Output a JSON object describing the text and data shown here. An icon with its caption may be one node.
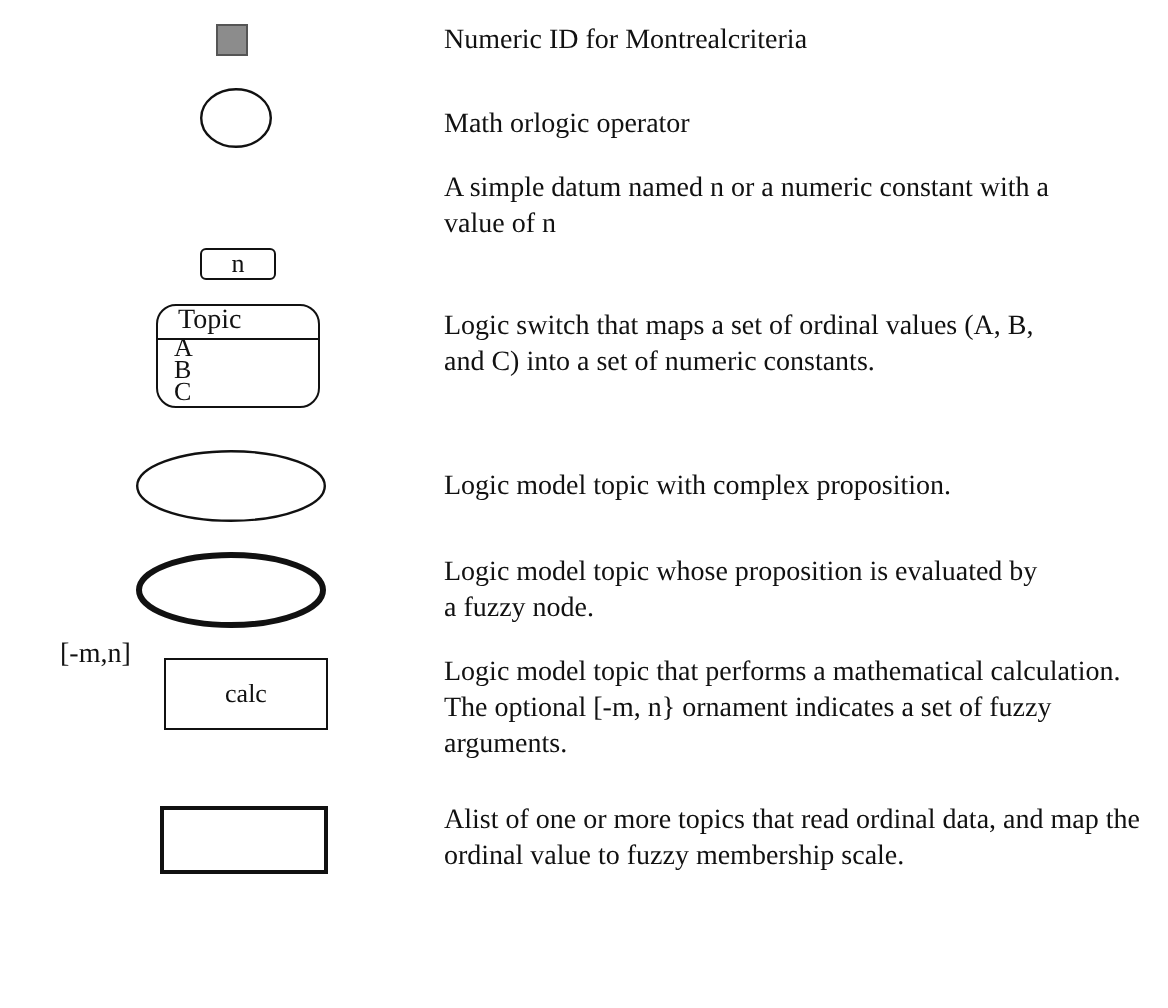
{
  "diagram": {
    "nodes": [
      {
        "text": [],
        "shape": "box"
      },
      {
        "text": [],
        "shape": "circle"
      },
      {
        "text": [
          "n"
        ]
      },
      {
        "text": [
          "Topic",
          "A",
          "B",
          "C"
        ]
      },
      {
        "text": [],
        "shape": "ellipse"
      },
      {
        "text": [],
        "shape": "ellipse"
      },
      {
        "text": [
          "calc"
        ],
        "beside": [
          "[-m,n]"
        ]
      },
      {
        "text": [],
        "shape": "box"
      }
    ],
    "labels": [
      "Numeric ID for Montrealcriteria",
      "Math orlogic operator",
      "A simple datum named n or a numeric constant with a value of n",
      "Logic switch that maps a set of ordinal values (A, B, and C) into a set of numeric constants.",
      "Logic model topic with complex proposition.",
      "Logic model topic whose proposition is evaluated by a fuzzy node.",
      "Logic model topic that performs a mathematical calculation. The optional [-m, n} ornament indicates a set of fuzzy arguments.",
      "Alist of one or more topics that read ordinal data, and map the ordinal value to fuzzy membership scale."
    ]
  }
}
